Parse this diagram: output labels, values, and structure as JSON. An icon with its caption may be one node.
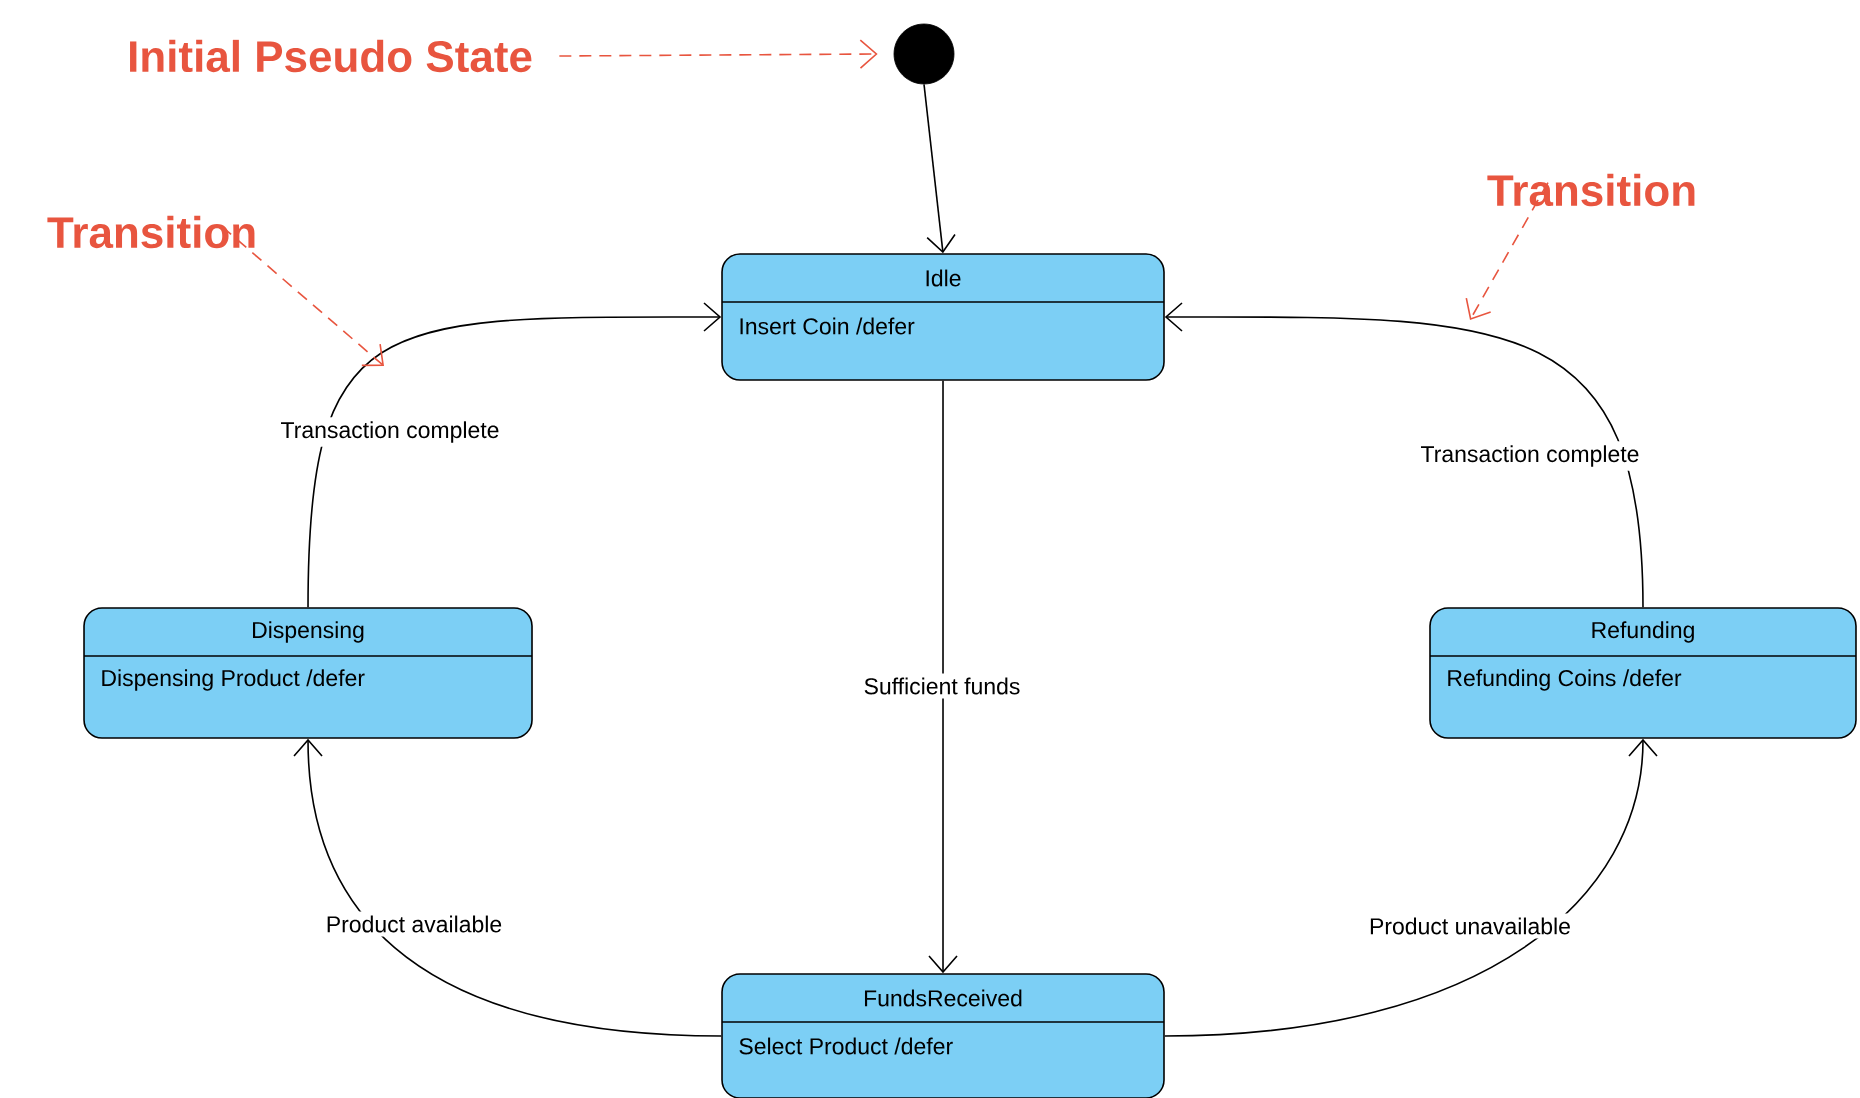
{
  "diagram": {
    "nodes": [
      {
        "text": [],
        "shape": "circle"
      },
      {
        "text": [
          "Idle",
          "Insert Coin /defer"
        ]
      },
      {
        "text": [
          "Dispensing",
          "Dispensing Product /defer"
        ]
      },
      {
        "text": [
          "Refunding",
          "Refunding Coins /defer"
        ]
      },
      {
        "text": [
          "FundsReceived",
          "Select Product /defer"
        ]
      },
      {
        "text": [
          "Initial Pseudo State"
        ]
      },
      {
        "text": [
          "Transition"
        ]
      },
      {
        "text": [
          "Transition"
        ]
      }
    ],
    "edges": [
      {
        "from": 0,
        "to": 1,
        "arrow": "to"
      },
      {
        "from": 1,
        "to": 4,
        "arrow": "to",
        "label": "Sufficient funds"
      },
      {
        "from": 4,
        "to": 2,
        "arrow": "to",
        "label": "Product available"
      },
      {
        "from": 4,
        "to": 3,
        "arrow": "to",
        "label": "Product unavailable"
      },
      {
        "from": 2,
        "to": 1,
        "arrow": "to",
        "label": "Transaction complete"
      },
      {
        "from": 3,
        "to": 1,
        "arrow": "to",
        "label": "Transaction complete"
      },
      {
        "from": 5,
        "to": 0,
        "arrow": "to",
        "style": "dashed",
        "color": "#e8553f"
      },
      {
        "from": 6,
        "to": null,
        "arrow": "to",
        "style": "dashed",
        "color": "#e8553f"
      },
      {
        "from": 7,
        "to": null,
        "arrow": "to",
        "style": "dashed",
        "color": "#e8553f"
      }
    ]
  }
}
